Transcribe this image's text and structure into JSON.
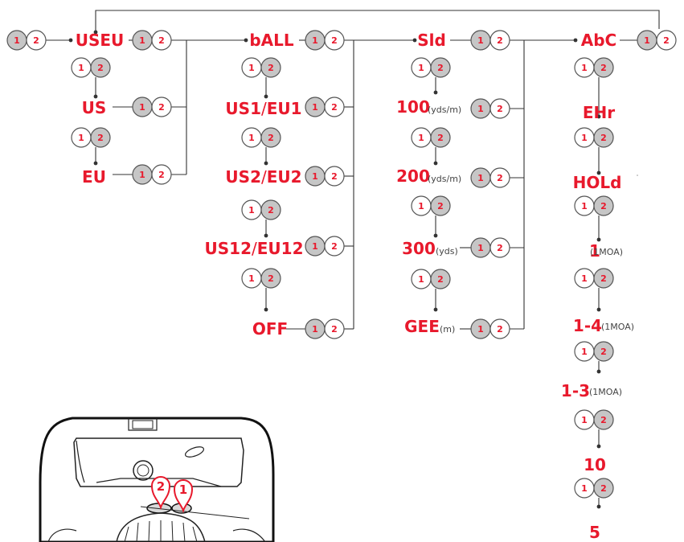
{
  "colors": {
    "accent": "#e8192c",
    "line": "#333333",
    "pressed_fill": "#c6c6c6",
    "released_fill": "#ffffff",
    "unit_text": "#444444"
  },
  "button_labels": {
    "one": "1",
    "two": "2"
  },
  "menus": [
    {
      "key": "useu",
      "title": "USEU",
      "items": [
        "US",
        "EU"
      ]
    },
    {
      "key": "ball",
      "title": "bALL",
      "items": [
        "US1/EU1",
        "US2/EU2",
        "US12/EU12",
        "OFF"
      ]
    },
    {
      "key": "sld",
      "title": "Sld",
      "items": [
        {
          "label": "100",
          "unit": "(yds/m)"
        },
        {
          "label": "200",
          "unit": "(yds/m)"
        },
        {
          "label": "300",
          "unit": "(yds)"
        },
        {
          "label": "GEE",
          "unit": "(m)"
        }
      ]
    },
    {
      "key": "abc",
      "title": "AbC",
      "items": [
        {
          "label": "EHr",
          "unit": ""
        },
        {
          "label": "HOLd",
          "unit": ""
        },
        {
          "label": "1",
          "unit": "(1MOA)"
        },
        {
          "label": "1-4",
          "unit": "(1MOA)"
        },
        {
          "label": "1-3",
          "unit": "(1MOA)"
        },
        {
          "label": "10",
          "unit": ""
        },
        {
          "label": "5",
          "unit": ""
        }
      ]
    }
  ],
  "device_icon": {
    "name": "rangefinder-top-view",
    "markers": [
      "2",
      "1"
    ]
  }
}
